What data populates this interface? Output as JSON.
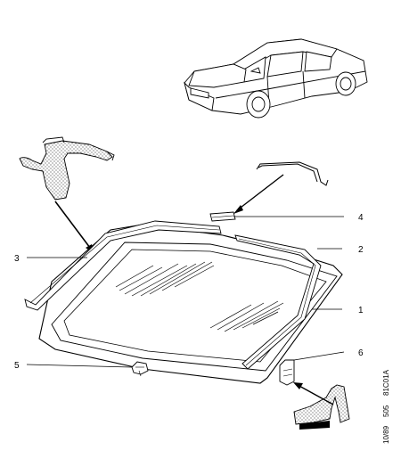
{
  "callouts": {
    "c1": "1",
    "c2": "2",
    "c3": "3",
    "c4": "4",
    "c5": "5",
    "c6": "6"
  },
  "reference": {
    "date_code": "10/89",
    "sheet": "505",
    "plate": "81C01A"
  }
}
